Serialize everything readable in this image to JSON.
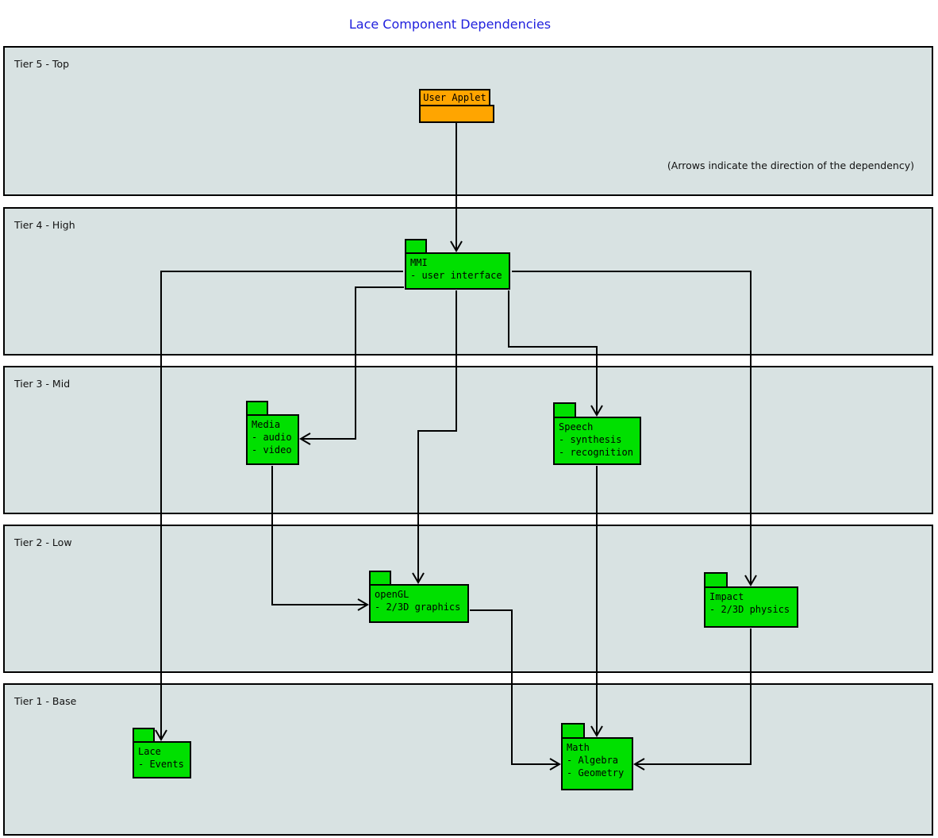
{
  "title": "Lace Component Dependencies",
  "note": "(Arrows indicate the direction of the dependency)",
  "colors": {
    "tier_background": "#d8e2e2",
    "component_green": "#00e000",
    "component_orange": "#ffa500",
    "line": "#000000",
    "title_blue": "#2121dd"
  },
  "tiers": [
    {
      "label": "Tier 5 - Top"
    },
    {
      "label": "Tier 4 - High"
    },
    {
      "label": "Tier 3 - Mid"
    },
    {
      "label": "Tier 2 - Low"
    },
    {
      "label": "Tier 1 - Base"
    }
  ],
  "components": {
    "user_applet": {
      "name": "User Applet",
      "tier": "Tier 5 - Top",
      "color": "orange",
      "lines": []
    },
    "mmi": {
      "name": "MMI",
      "tier": "Tier 4 - High",
      "color": "green",
      "lines": [
        "- user interface"
      ]
    },
    "media": {
      "name": "Media",
      "tier": "Tier 3 - Mid",
      "color": "green",
      "lines": [
        "- audio",
        "- video"
      ]
    },
    "speech": {
      "name": "Speech",
      "tier": "Tier 3 - Mid",
      "color": "green",
      "lines": [
        "- synthesis",
        "- recognition"
      ]
    },
    "opengl": {
      "name": "openGL",
      "tier": "Tier 2 - Low",
      "color": "green",
      "lines": [
        "- 2/3D graphics"
      ]
    },
    "impact": {
      "name": "Impact",
      "tier": "Tier 2 - Low",
      "color": "green",
      "lines": [
        "- 2/3D physics"
      ]
    },
    "lace": {
      "name": "Lace",
      "tier": "Tier 1 - Base",
      "color": "green",
      "lines": [
        "- Events"
      ]
    },
    "math": {
      "name": "Math",
      "tier": "Tier 1 - Base",
      "color": "green",
      "lines": [
        "- Algebra",
        "- Geometry"
      ]
    }
  },
  "dependencies": [
    {
      "from": "User Applet",
      "to": "MMI"
    },
    {
      "from": "MMI",
      "to": "Media"
    },
    {
      "from": "MMI",
      "to": "Speech"
    },
    {
      "from": "MMI",
      "to": "openGL"
    },
    {
      "from": "MMI",
      "to": "Impact"
    },
    {
      "from": "MMI",
      "to": "Lace"
    },
    {
      "from": "Media",
      "to": "openGL"
    },
    {
      "from": "Speech",
      "to": "Math"
    },
    {
      "from": "openGL",
      "to": "Math"
    },
    {
      "from": "Impact",
      "to": "Math"
    }
  ]
}
